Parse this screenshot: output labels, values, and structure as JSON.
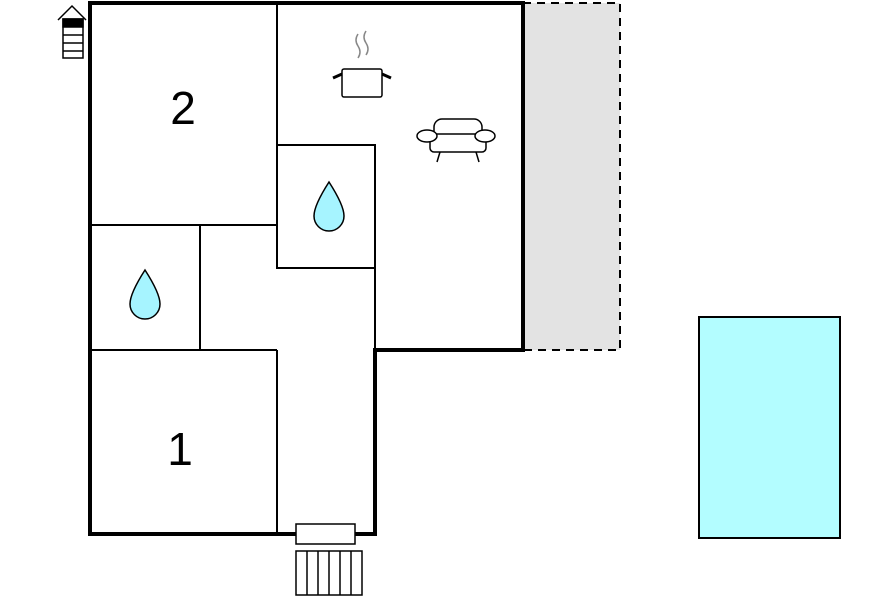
{
  "floorplan": {
    "rooms": [
      {
        "label": "2",
        "type": "bedroom"
      },
      {
        "label": "1",
        "type": "bedroom"
      }
    ],
    "icons": [
      "stairs-icon",
      "cooking-pot-icon",
      "sofa-icon",
      "water-drop-icon",
      "water-drop-icon",
      "entrance-steps-icon"
    ],
    "areas": [
      "terrace",
      "pool"
    ]
  },
  "colors": {
    "walls": "#000000",
    "water": "#a6f4ff",
    "pool": "#b3fdff",
    "terrace": "#e3e3e3"
  }
}
